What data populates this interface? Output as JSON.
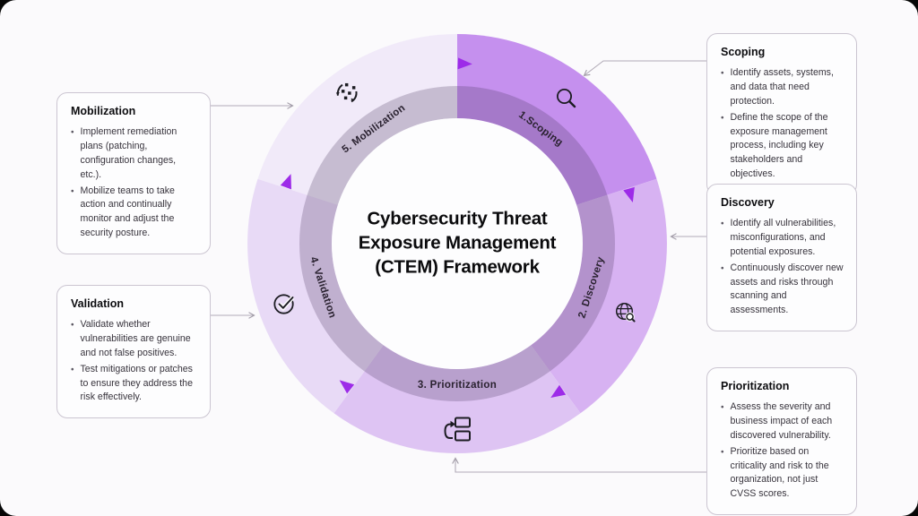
{
  "colors": {
    "canvas_bg": "#fbfafc",
    "inner_circle": "#fdfdfe",
    "band_overlay": "rgba(70,50,90,0.25)",
    "flow_arrow": "#9d2be8",
    "connector": "#b1abb7"
  },
  "title": {
    "line1": "Cybersecurity Threat",
    "line2": "Exposure Management",
    "line3": "(CTEM) Framework"
  },
  "ring": {
    "segments": [
      {
        "id": "scoping",
        "label": "1.Scoping",
        "color": "#c590ee",
        "start": 0,
        "end": 72
      },
      {
        "id": "discovery",
        "label": "2. Discovery",
        "color": "#d7b2f2",
        "start": 72,
        "end": 144
      },
      {
        "id": "prioritization",
        "label": "3. Prioritization",
        "color": "#dec4f3",
        "start": 144,
        "end": 216
      },
      {
        "id": "validation",
        "label": "4. Validation",
        "color": "#e8daf6",
        "start": 216,
        "end": 288
      },
      {
        "id": "mobilization",
        "label": "5. Mobilization",
        "color": "#f1eaf9",
        "start": 288,
        "end": 360
      }
    ],
    "icons": [
      "search-icon",
      "globe-search-icon",
      "reorder-boxes-icon",
      "check-circle-icon",
      "distribute-dots-icon"
    ]
  },
  "callouts": {
    "scoping": {
      "title": "Scoping",
      "bullets": [
        "Identify assets, systems, and data that need protection.",
        "Define the scope of the exposure management process, including key stakeholders and objectives."
      ]
    },
    "discovery": {
      "title": "Discovery",
      "bullets": [
        "Identify all vulnerabilities, misconfigurations, and potential exposures.",
        "Continuously discover new assets and risks through scanning and assessments."
      ]
    },
    "prioritization": {
      "title": "Prioritization",
      "bullets": [
        "Assess the severity and business impact of each discovered vulnerability.",
        "Prioritize based on criticality and risk to the organization, not just CVSS scores."
      ]
    },
    "validation": {
      "title": "Validation",
      "bullets": [
        "Validate whether vulnerabilities are genuine and not false positives.",
        "Test mitigations or patches to ensure they address the risk effectively."
      ]
    },
    "mobilization": {
      "title": "Mobilization",
      "bullets": [
        "Implement remediation plans (patching, configuration changes, etc.).",
        "Mobilize teams to take action and continually monitor and adjust the security posture."
      ]
    }
  }
}
